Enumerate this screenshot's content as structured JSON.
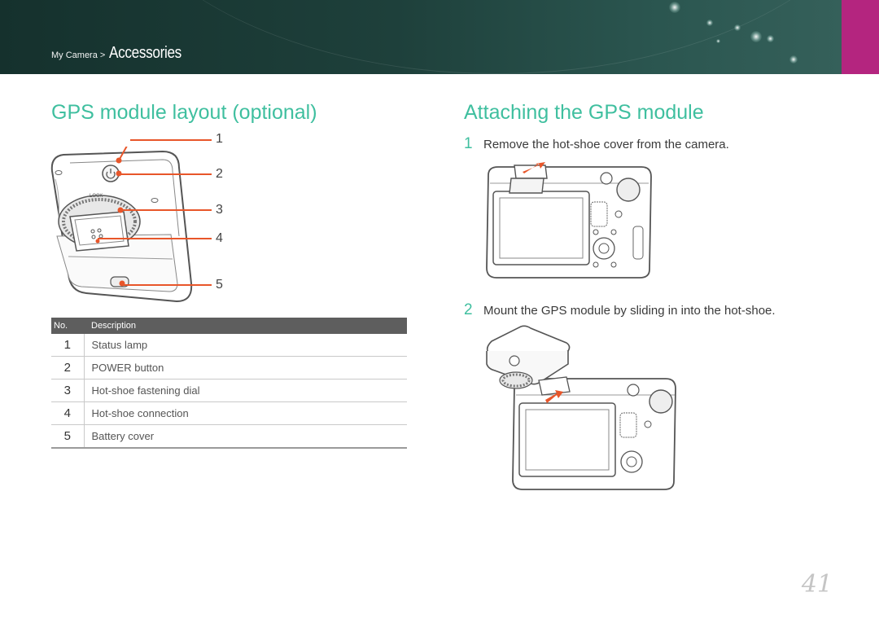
{
  "header": {
    "breadcrumb_section": "My Camera >",
    "breadcrumb_page": "Accessories",
    "accent_color": "#b4257f"
  },
  "left": {
    "title": "GPS module layout (optional)",
    "callouts": [
      "1",
      "2",
      "3",
      "4",
      "5"
    ],
    "table": {
      "headers": [
        "No.",
        "Description"
      ],
      "rows": [
        {
          "no": "1",
          "desc": "Status lamp"
        },
        {
          "no": "2",
          "desc": "POWER button"
        },
        {
          "no": "3",
          "desc": "Hot-shoe fastening dial"
        },
        {
          "no": "4",
          "desc": "Hot-shoe connection"
        },
        {
          "no": "5",
          "desc": "Battery cover"
        }
      ]
    },
    "dial_label": "LOCK"
  },
  "right": {
    "title": "Attaching the GPS module",
    "steps": [
      {
        "n": "1",
        "text": "Remove the hot-shoe cover from the camera."
      },
      {
        "n": "2",
        "text": "Mount the GPS module by sliding in into the hot-shoe."
      }
    ]
  },
  "page_number": "41",
  "colors": {
    "heading": "#3fbf9f",
    "callout": "#e8562a"
  }
}
